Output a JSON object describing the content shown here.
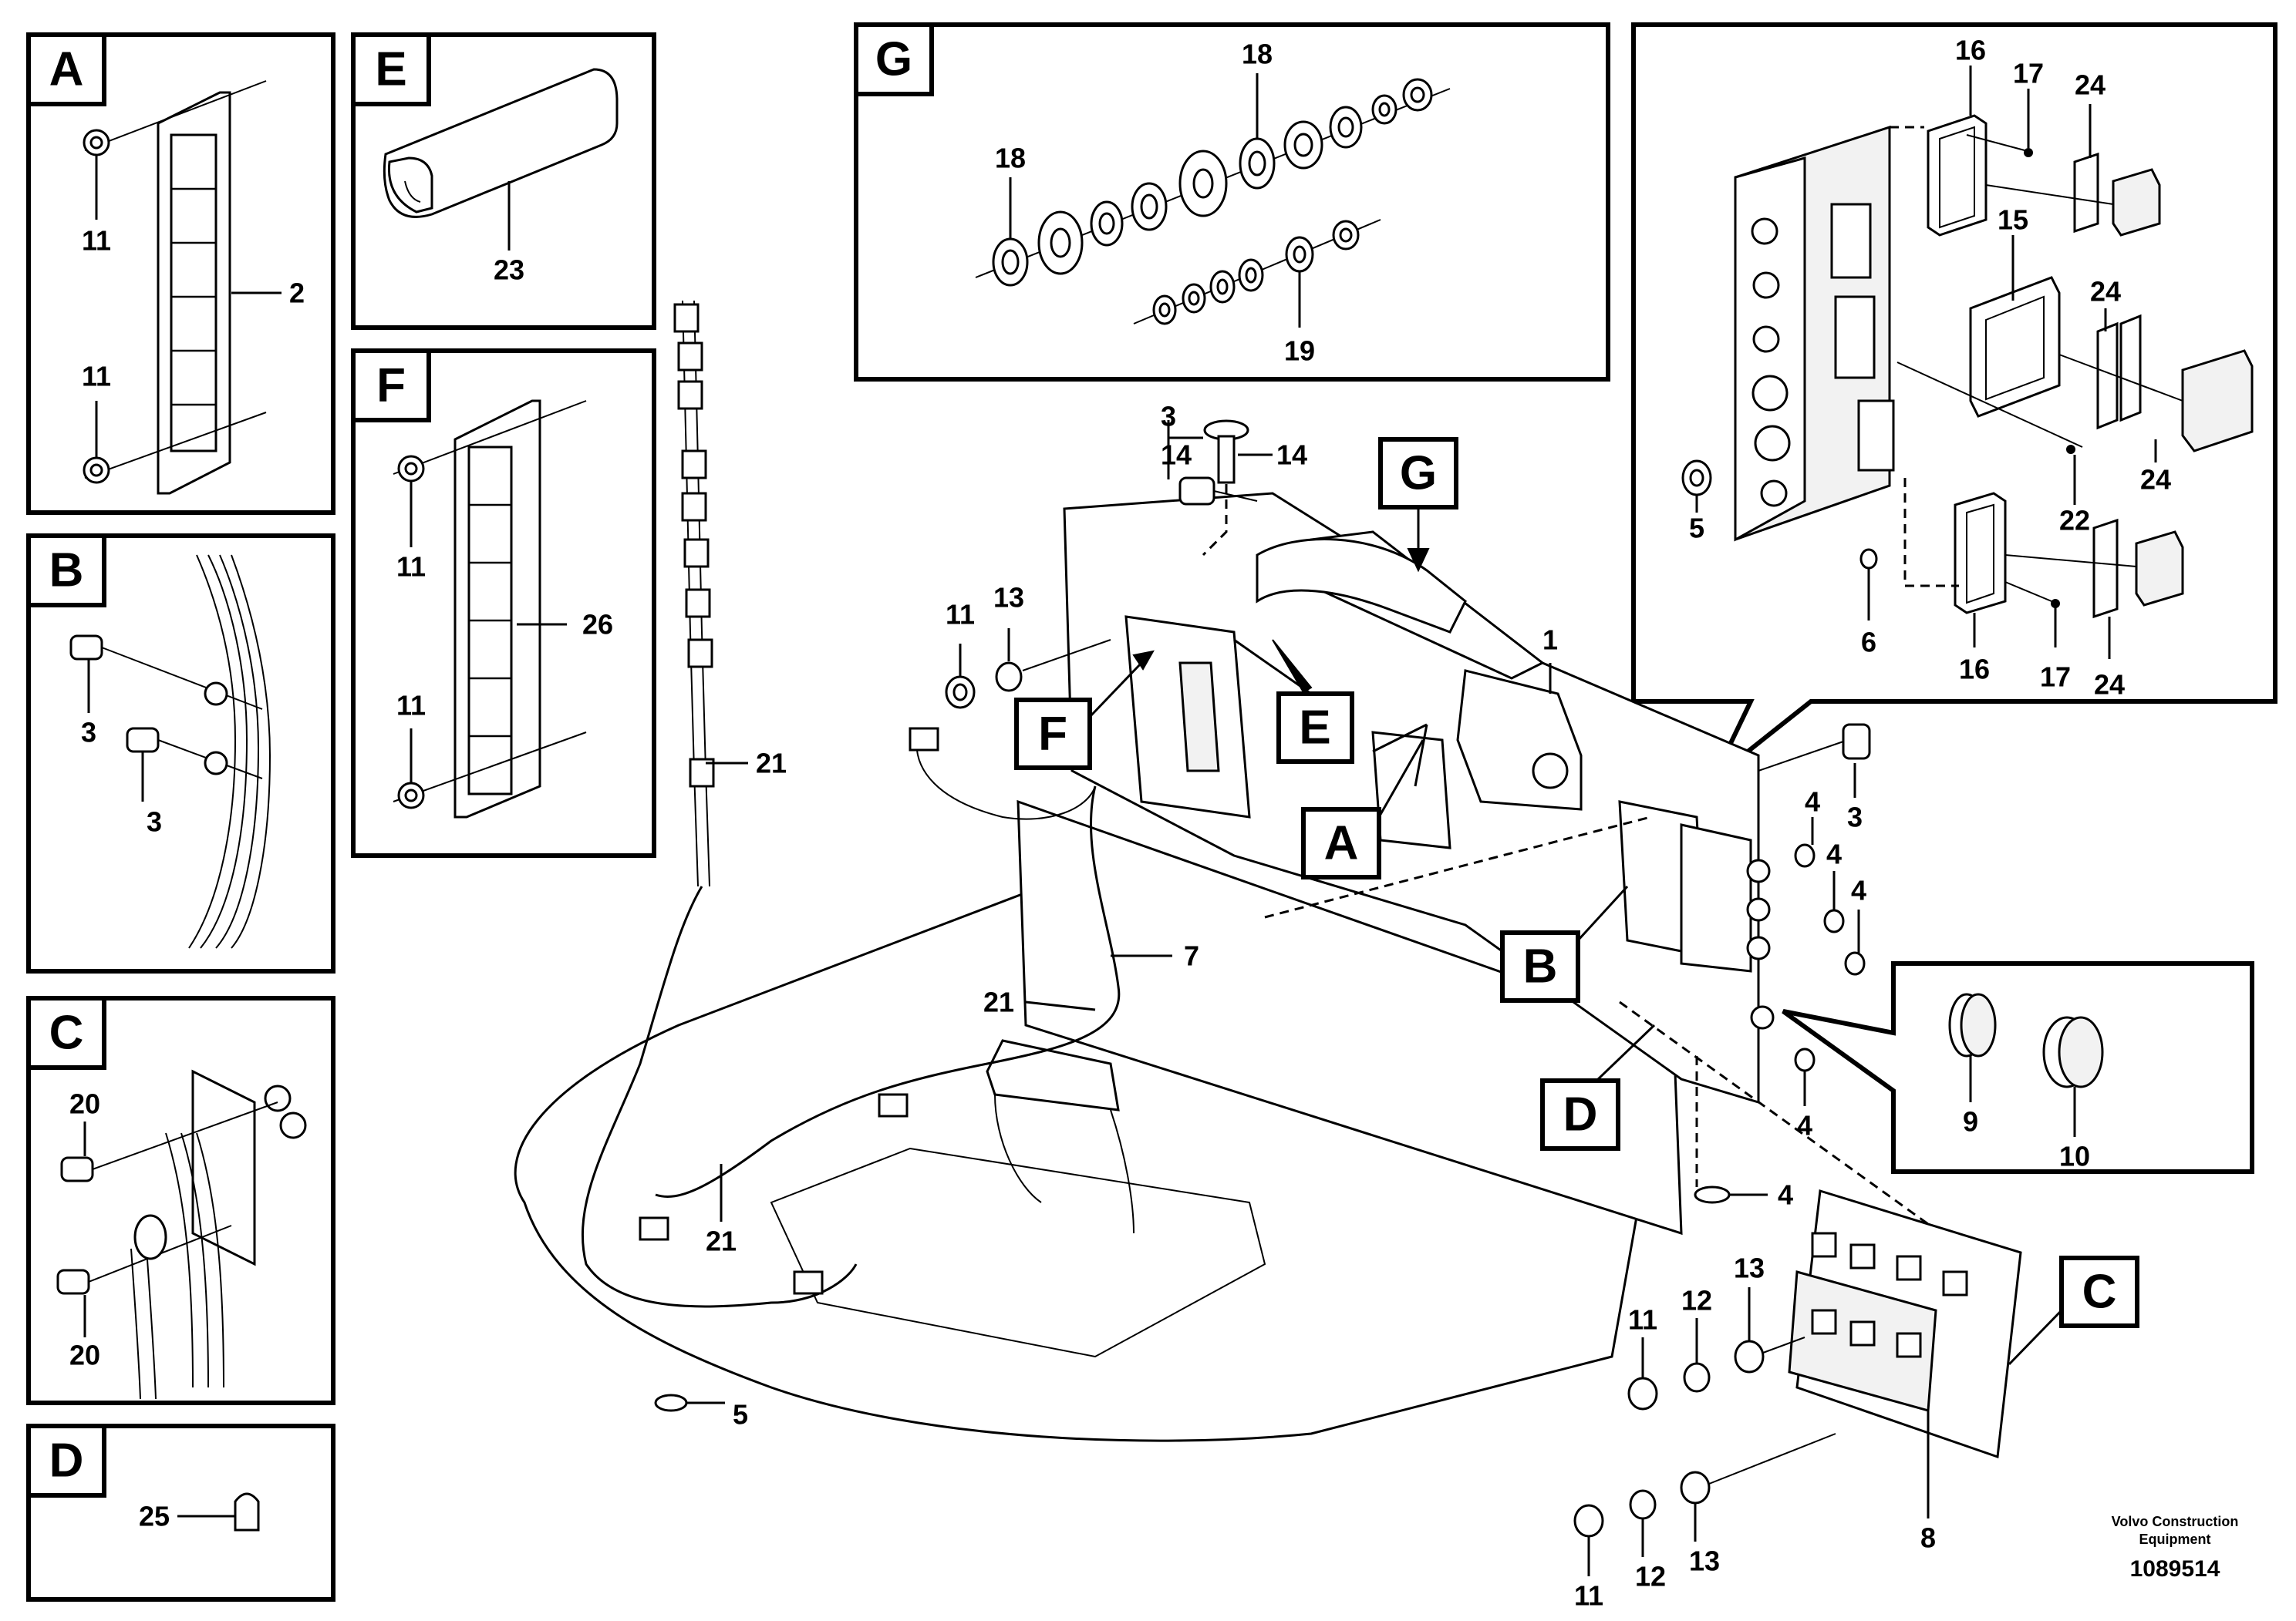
{
  "callouts": {
    "A": "A",
    "B": "B",
    "C": "C",
    "D": "D",
    "E": "E",
    "F": "F",
    "G": "G"
  },
  "parts": {
    "p1": "1",
    "p2": "2",
    "p3": "3",
    "p4": "4",
    "p5": "5",
    "p6": "6",
    "p7": "7",
    "p8": "8",
    "p9": "9",
    "p10": "10",
    "p11": "11",
    "p12": "12",
    "p13": "13",
    "p14": "14",
    "p15": "15",
    "p16": "16",
    "p17": "17",
    "p18": "18",
    "p19": "19",
    "p20": "20",
    "p21": "21",
    "p22": "22",
    "p23": "23",
    "p24": "24",
    "p25": "25",
    "p26": "26"
  },
  "footer": {
    "brand_line1": "Volvo Construction",
    "brand_line2": "Equipment",
    "drawing_number": "1089514"
  }
}
